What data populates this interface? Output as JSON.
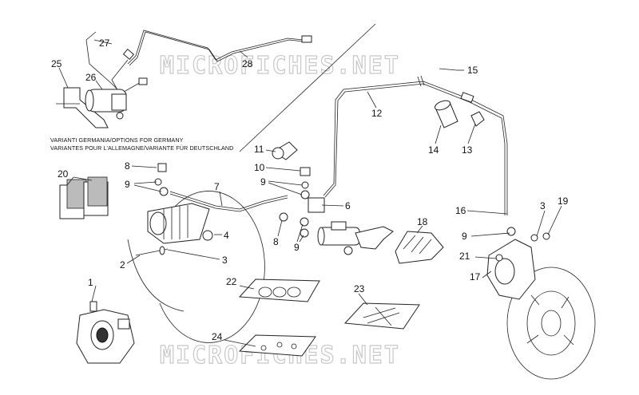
{
  "watermark": "MICROFICHES.NET",
  "variant_note": {
    "line1": "VARIANTI GERMANIA/OPTIONS FOR GERMANY",
    "line2": "VARIANTES POUR L'ALLEMAGNE/VARIANTE FÜR DEUTSCHLAND"
  },
  "callouts": [
    "1",
    "2",
    "3",
    "4",
    "6",
    "7",
    "8",
    "9",
    "10",
    "11",
    "12",
    "13",
    "14",
    "15",
    "16",
    "17",
    "18",
    "19",
    "20",
    "21",
    "22",
    "23",
    "24",
    "25",
    "26",
    "27",
    "28"
  ],
  "labels": {
    "c1": "1",
    "c2": "2",
    "c3a": "3",
    "c3b": "3",
    "c4": "4",
    "c6": "6",
    "c7": "7",
    "c8a": "8",
    "c8b": "8",
    "c9a": "9",
    "c9b": "9",
    "c9c": "9",
    "c9d": "9",
    "c10": "10",
    "c11": "11",
    "c12": "12",
    "c13": "13",
    "c14": "14",
    "c15": "15",
    "c16": "16",
    "c17": "17",
    "c18": "18",
    "c19": "19",
    "c20": "20",
    "c21": "21",
    "c22": "22",
    "c23": "23",
    "c24": "24",
    "c25": "25",
    "c26": "26",
    "c27": "27",
    "c28": "28"
  }
}
